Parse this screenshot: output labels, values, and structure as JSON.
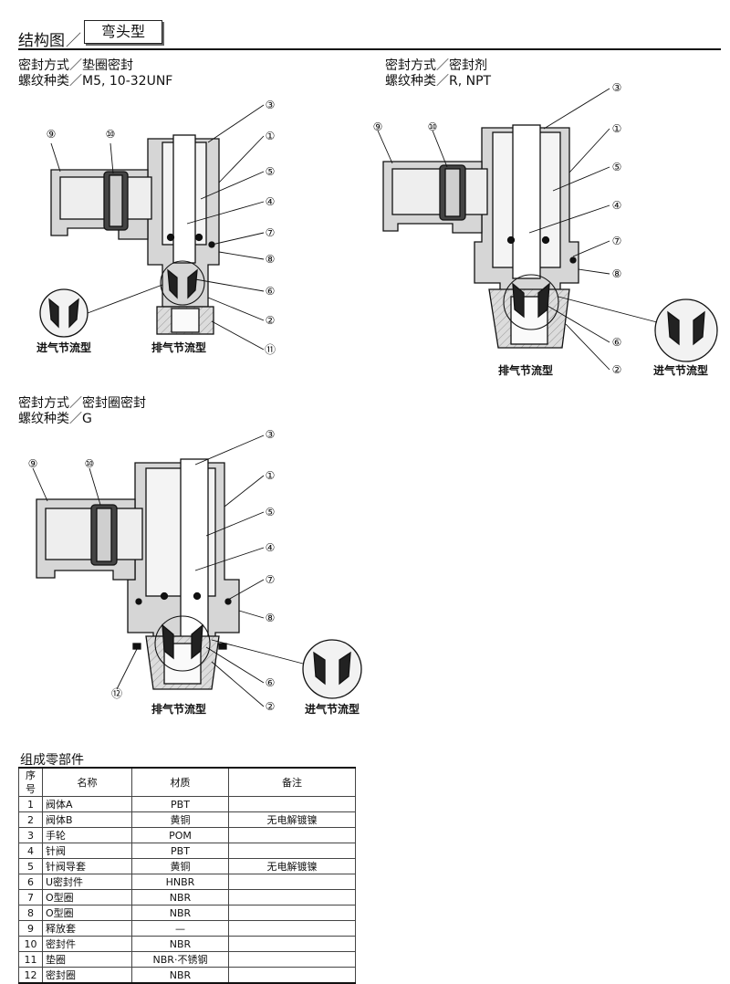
{
  "header": {
    "title": "结构图",
    "tab": "弯头型"
  },
  "sections": [
    {
      "caption1": "密封方式／垫圈密封",
      "caption2": "螺纹种类／M5, 10-32UNF",
      "label_inlet": "进气节流型",
      "label_exhaust": "排气节流型",
      "callouts": [
        "③",
        "①",
        "⑤",
        "④",
        "⑦",
        "⑧",
        "⑥",
        "②",
        "⑪",
        "⑨",
        "⑩"
      ]
    },
    {
      "caption1": "密封方式／密封剂",
      "caption2": "螺纹种类／R, NPT",
      "label_inlet": "进气节流型",
      "label_exhaust": "排气节流型",
      "callouts": [
        "③",
        "①",
        "⑤",
        "④",
        "⑦",
        "⑧",
        "⑥",
        "②",
        "⑨",
        "⑩"
      ]
    },
    {
      "caption1": "密封方式／密封圈密封",
      "caption2": "螺纹种类／G",
      "label_inlet": "进气节流型",
      "label_exhaust": "排气节流型",
      "callouts": [
        "③",
        "①",
        "⑤",
        "④",
        "⑦",
        "⑧",
        "⑥",
        "②",
        "⑫",
        "⑨",
        "⑩"
      ]
    }
  ],
  "parts_table": {
    "title": "组成零部件",
    "headers": [
      "序号",
      "名称",
      "材质",
      "备注"
    ],
    "rows": [
      [
        "1",
        "阀体A",
        "PBT",
        ""
      ],
      [
        "2",
        "阀体B",
        "黄铜",
        "无电解镀镍"
      ],
      [
        "3",
        "手轮",
        "POM",
        ""
      ],
      [
        "4",
        "针阀",
        "PBT",
        ""
      ],
      [
        "5",
        "针阀导套",
        "黄铜",
        "无电解镀镍"
      ],
      [
        "6",
        "U密封件",
        "HNBR",
        ""
      ],
      [
        "7",
        "O型圈",
        "NBR",
        ""
      ],
      [
        "8",
        "O型圈",
        "NBR",
        ""
      ],
      [
        "9",
        "释放套",
        "—",
        ""
      ],
      [
        "10",
        "密封件",
        "NBR",
        ""
      ],
      [
        "11",
        "垫圈",
        "NBR·不锈钢",
        ""
      ],
      [
        "12",
        "密封圈",
        "NBR",
        ""
      ]
    ]
  }
}
